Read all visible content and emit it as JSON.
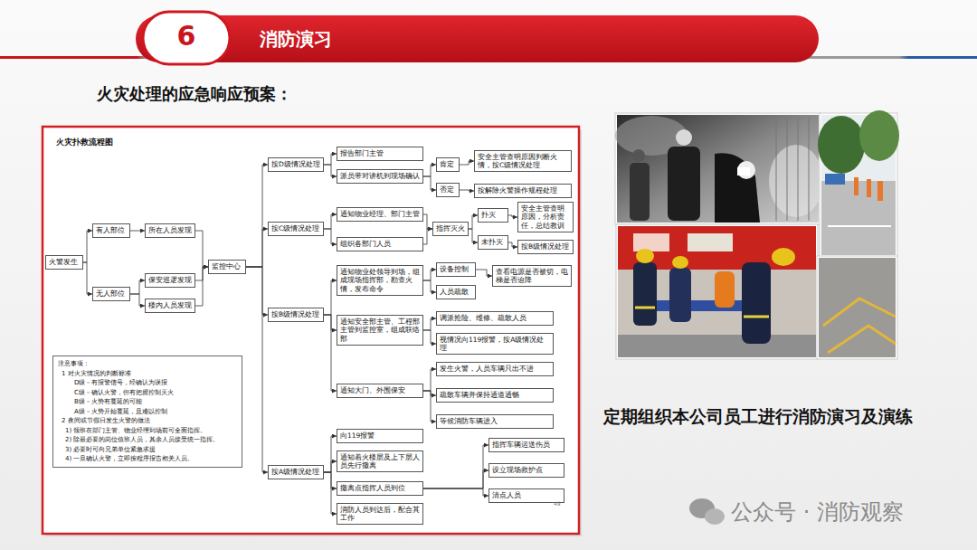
{
  "diagram": {
    "title": "消防演习",
    "caption": "定期组织本公司员工进行消防演习及演练",
    "nodes": [
      {
        "text": [
          "火警发生"
        ]
      },
      {
        "text": [
          "有人部位"
        ]
      },
      {
        "text": [
          "无人部位"
        ]
      },
      {
        "text": [
          "所在人员发现"
        ]
      },
      {
        "text": [
          "保安巡逻发现"
        ]
      },
      {
        "text": [
          "楼内人员发现"
        ]
      },
      {
        "text": [
          "监控中心"
        ]
      },
      {
        "text": [
          "按D级情况处理"
        ]
      },
      {
        "text": [
          "按C级情况处理"
        ]
      },
      {
        "text": [
          "按B级情况处理"
        ]
      },
      {
        "text": [
          "按A级情况处理"
        ]
      },
      {
        "text": [
          "报告部门主管"
        ]
      },
      {
        "text": [
          "派员带对讲机到现场确认"
        ]
      },
      {
        "text": [
          "肯定"
        ]
      },
      {
        "text": [
          "否定"
        ]
      },
      {
        "text": [
          "安全主管查明原因判断火情，按C级情况处理"
        ]
      },
      {
        "text": [
          "按解除火警操作规程处理"
        ]
      },
      {
        "text": [
          "通知物业经理、部门主管"
        ]
      },
      {
        "text": [
          "组织各部门人员"
        ]
      },
      {
        "text": [
          "指挥灭火"
        ]
      },
      {
        "text": [
          "扑灭"
        ]
      },
      {
        "text": [
          "未扑灭"
        ]
      },
      {
        "text": [
          "安全主管查明原因，分析责任，总结教训"
        ]
      },
      {
        "text": [
          "按B级情况处理"
        ]
      },
      {
        "text": [
          "通知物业处领导到场，组成现场指挥部，勘查火情，发布命令"
        ]
      },
      {
        "text": [
          "设备控制"
        ]
      },
      {
        "text": [
          "人员疏散"
        ]
      },
      {
        "text": [
          "查看电源是否被切，电梯是否迫降"
        ]
      },
      {
        "text": [
          "通知安全部主管、工程部主管到监控室，组成联络部"
        ]
      },
      {
        "text": [
          "调派抢险、维修、疏散人员"
        ]
      },
      {
        "text": [
          "视情况向119报警，按A级情况处理"
        ]
      },
      {
        "text": [
          "通知大门、外围保安"
        ]
      },
      {
        "text": [
          "发生火警，人员车辆只出不进"
        ]
      },
      {
        "text": [
          "疏散车辆并保持通道通畅"
        ]
      },
      {
        "text": [
          "等候消防车辆进入"
        ]
      },
      {
        "text": [
          "向119报警"
        ]
      },
      {
        "text": [
          "通知着火楼层及上下层人员先行撤离"
        ]
      },
      {
        "text": [
          "撤离点指挥人员到位"
        ]
      },
      {
        "text": [
          "消防人员到达后，配合其工作"
        ]
      },
      {
        "text": [
          "指挥车辆运送伤员"
        ]
      },
      {
        "text": [
          "设立现场救护点"
        ]
      },
      {
        "text": [
          "清点人员"
        ]
      },
      {
        "text": [
          "注意事项：",
          "1 对火灾情况的判断标准",
          "D级－有报警信号，经确认为误报",
          "C级－确认火警，但有把握控制灭火",
          "B级－火势有蔓延的可能",
          "A级－火势开始蔓延，且难以控制",
          "2 夜间或节假日发生火警的做法",
          "1) 领班在部门主管、物业经理到场前可全面指挥。",
          "2) 除最必要的岗位值班人员，其余人员接受统一指挥。",
          "3) 必要时可向兄弟单位紧急求援",
          "4) 一旦确认火警，立即按程序报告相关人员。"
        ]
      }
    ],
    "edges": [
      {
        "from": 0,
        "to": 1,
        "arrow": "to"
      },
      {
        "from": 0,
        "to": 2,
        "arrow": "to"
      },
      {
        "from": 1,
        "to": 3,
        "arrow": "to"
      },
      {
        "from": 2,
        "to": 4,
        "arrow": "to"
      },
      {
        "from": 2,
        "to": 5,
        "arrow": "to"
      },
      {
        "from": 3,
        "to": 6,
        "arrow": "to"
      },
      {
        "from": 4,
        "to": 6,
        "arrow": "to"
      },
      {
        "from": 5,
        "to": 6,
        "arrow": "to"
      },
      {
        "from": 6,
        "to": 7,
        "arrow": "to"
      },
      {
        "from": 6,
        "to": 8,
        "arrow": "to"
      },
      {
        "from": 6,
        "to": 9,
        "arrow": "to"
      },
      {
        "from": 6,
        "to": 10,
        "arrow": "to"
      },
      {
        "from": 7,
        "to": 11,
        "arrow": "to"
      },
      {
        "from": 7,
        "to": 12,
        "arrow": "to"
      },
      {
        "from": 12,
        "to": 13,
        "arrow": "to"
      },
      {
        "from": 12,
        "to": 14,
        "arrow": "to"
      },
      {
        "from": 13,
        "to": 15,
        "arrow": "to"
      },
      {
        "from": 14,
        "to": 16,
        "arrow": "to"
      },
      {
        "from": 8,
        "to": 17,
        "arrow": "to"
      },
      {
        "from": 8,
        "to": 18,
        "arrow": "to"
      },
      {
        "from": 17,
        "to": 19,
        "arrow": "to"
      },
      {
        "from": 18,
        "to": 19,
        "arrow": "to"
      },
      {
        "from": 19,
        "to": 20,
        "arrow": "to"
      },
      {
        "from": 19,
        "to": 21,
        "arrow": "to"
      },
      {
        "from": 20,
        "to": 22,
        "arrow": "to"
      },
      {
        "from": 21,
        "to": 23,
        "arrow": "to"
      },
      {
        "from": 9,
        "to": 24,
        "arrow": "to"
      },
      {
        "from": 9,
        "to": 28,
        "arrow": "to"
      },
      {
        "from": 9,
        "to": 31,
        "arrow": "to"
      },
      {
        "from": 24,
        "to": 25,
        "arrow": "to"
      },
      {
        "from": 24,
        "to": 26,
        "arrow": "to"
      },
      {
        "from": 25,
        "to": 27,
        "arrow": "to"
      },
      {
        "from": 28,
        "to": 29,
        "arrow": "to"
      },
      {
        "from": 28,
        "to": 30,
        "arrow": "to"
      },
      {
        "from": 31,
        "to": 32,
        "arrow": "to"
      },
      {
        "from": 31,
        "to": 33,
        "arrow": "to"
      },
      {
        "from": 31,
        "to": 34,
        "arrow": "to"
      },
      {
        "from": 10,
        "to": 35,
        "arrow": "to"
      },
      {
        "from": 10,
        "to": 36,
        "arrow": "to"
      },
      {
        "from": 10,
        "to": 37,
        "arrow": "to"
      },
      {
        "from": 10,
        "to": 38,
        "arrow": "to"
      },
      {
        "from": 37,
        "to": 39,
        "arrow": "to"
      },
      {
        "from": 37,
        "to": 40,
        "arrow": "to"
      },
      {
        "from": 37,
        "to": 41,
        "arrow": "to"
      }
    ],
    "labels": [
      "6",
      "火灾处理的应急响应预案：",
      "火灾扑救流程图",
      "49",
      "公众号 · 消防观察"
    ]
  }
}
